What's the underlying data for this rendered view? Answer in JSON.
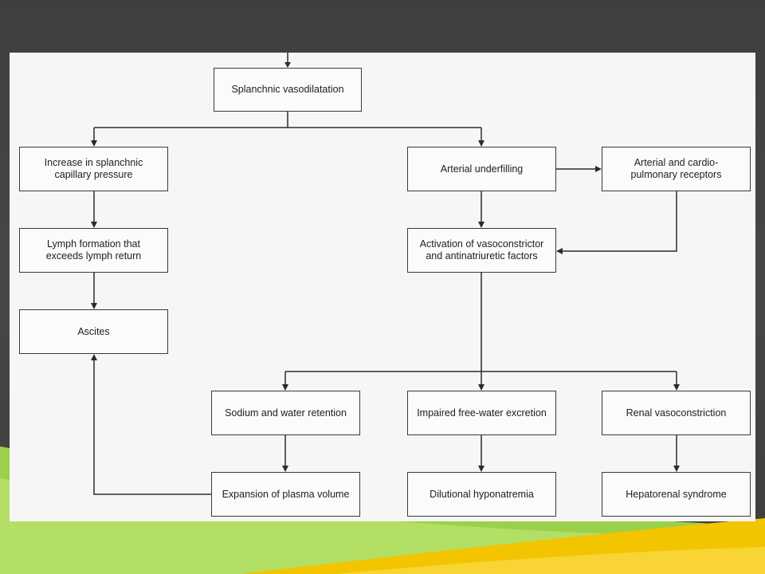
{
  "diagram": {
    "nodes": [
      {
        "id": "splanchnic-vasodilatation",
        "label": "Splanchnic vasodilatation"
      },
      {
        "id": "increase-capillary-pressure",
        "label": "Increase in splanchnic\ncapillary pressure"
      },
      {
        "id": "arterial-underfilling",
        "label": "Arterial underfilling"
      },
      {
        "id": "arterial-receptors",
        "label": "Arterial and cardio-\npulmonary receptors"
      },
      {
        "id": "lymph-formation",
        "label": "Lymph formation that\nexceeds lymph return"
      },
      {
        "id": "activation-factors",
        "label": "Activation of vasoconstrictor\nand antinatriuretic factors"
      },
      {
        "id": "ascites",
        "label": "Ascites"
      },
      {
        "id": "sodium-water-retention",
        "label": "Sodium and water retention"
      },
      {
        "id": "impaired-free-water",
        "label": "Impaired free-water excretion"
      },
      {
        "id": "renal-vasoconstriction",
        "label": "Renal vasoconstriction"
      },
      {
        "id": "expansion-plasma-volume",
        "label": "Expansion of plasma volume"
      },
      {
        "id": "dilutional-hyponatremia",
        "label": "Dilutional hyponatremia"
      },
      {
        "id": "hepatorenal-syndrome",
        "label": "Hepatorenal syndrome"
      }
    ],
    "edges": [
      {
        "from": "(off-figure)",
        "to": "splanchnic-vasodilatation"
      },
      {
        "from": "splanchnic-vasodilatation",
        "to": "increase-capillary-pressure"
      },
      {
        "from": "splanchnic-vasodilatation",
        "to": "arterial-underfilling"
      },
      {
        "from": "arterial-underfilling",
        "to": "arterial-receptors"
      },
      {
        "from": "increase-capillary-pressure",
        "to": "lymph-formation"
      },
      {
        "from": "lymph-formation",
        "to": "ascites"
      },
      {
        "from": "arterial-underfilling",
        "to": "activation-factors"
      },
      {
        "from": "arterial-receptors",
        "to": "activation-factors"
      },
      {
        "from": "activation-factors",
        "to": "sodium-water-retention"
      },
      {
        "from": "activation-factors",
        "to": "impaired-free-water"
      },
      {
        "from": "activation-factors",
        "to": "renal-vasoconstriction"
      },
      {
        "from": "sodium-water-retention",
        "to": "expansion-plasma-volume"
      },
      {
        "from": "impaired-free-water",
        "to": "dilutional-hyponatremia"
      },
      {
        "from": "renal-vasoconstriction",
        "to": "hepatorenal-syndrome"
      },
      {
        "from": "expansion-plasma-volume",
        "to": "ascites"
      }
    ]
  },
  "colors": {
    "slide_background": "#444444",
    "figure_background": "#f6f6f6",
    "accent_green": "#8cc63f",
    "accent_yellow": "#f2c500"
  }
}
